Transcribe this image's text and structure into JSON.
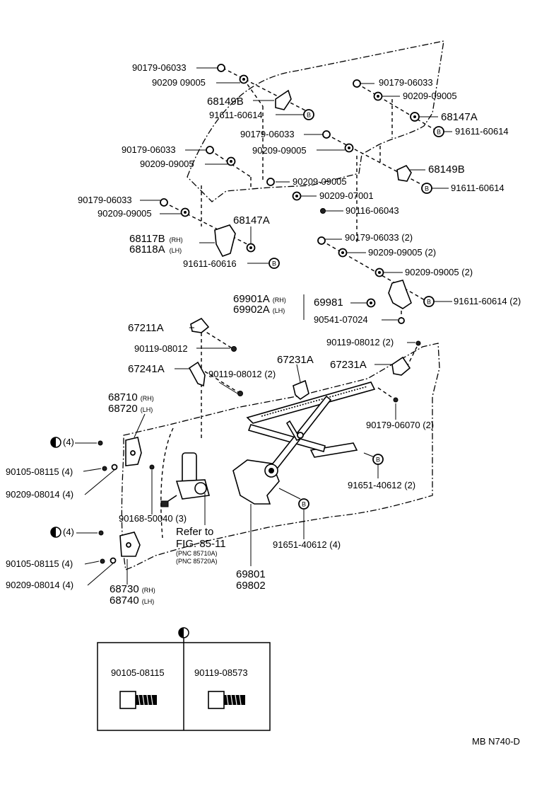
{
  "labels": {
    "l01": "90179-06033",
    "l02": "90209 09005",
    "l03": "68149B",
    "l04": "91611-60614",
    "l05": "90179-06033",
    "l06": "90209-09005",
    "l07": "68147A",
    "l08": "91611-60614",
    "l09": "90179-06033",
    "l10": "90209-09005",
    "l11": "90179-06033",
    "l12": "90209-09005",
    "l13": "68149B",
    "l14": "91611-60614",
    "l15": "90209-09005",
    "l16": "90209-07001",
    "l17": "90116-06043",
    "l18": "90179-06033",
    "l19": "90209-09005",
    "l20": "68147A",
    "l21": "68117B",
    "l22": "68118A",
    "l23": "91611-60616",
    "l24": "90179-06033 (2)",
    "l25": "90209-09005 (2)",
    "l26": "90209-09005 (2)",
    "l27": "69901A",
    "l28": "69902A",
    "l29": "69981",
    "l30": "91611-60614 (2)",
    "l31": "90541-07024",
    "l32": "67211A",
    "l33": "90119-08012",
    "l34": "90119-08012 (2)",
    "l35": "67231A",
    "l36": "67241A",
    "l37": "90119-08012 (2)",
    "l38": "67231A",
    "l39": "68710",
    "l40": "68720",
    "l41": "90179-06070 (2)",
    "l42": "(4)",
    "l43": "90105-08115 (4)",
    "l44": "90209-08014 (4)",
    "l45": "91651-40612 (2)",
    "l46": "90168-50040 (3)",
    "l47": "Refer to",
    "l48": "FIG. 85-11",
    "l49": "(PNC 85710A)",
    "l50": "(PNC 85720A)",
    "l51": "91651-40612 (4)",
    "l52": "(4)",
    "l53": "90105-08115 (4)",
    "l54": "90209-08014 (4)",
    "l55": "69801",
    "l56": "69802",
    "l57": "68730",
    "l58": "68740",
    "l59": "90105-08115",
    "l60": "90119-08573",
    "l61": "MB  N740-D"
  },
  "suffixes": {
    "rh": "(RH)",
    "lh": "(LH)"
  },
  "symbols": {
    "b_marker": "B",
    "half_circle": "half-filled circle"
  }
}
